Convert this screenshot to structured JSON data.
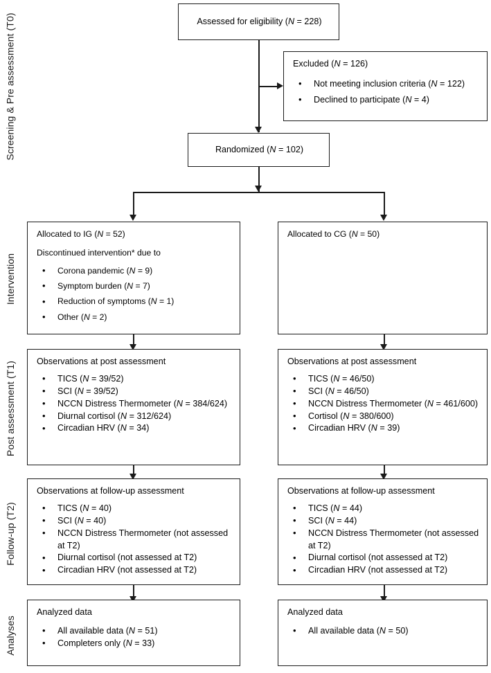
{
  "diagram": {
    "type": "consort-flow-diagram",
    "stages": [
      {
        "id": "t0",
        "label": "Screening & Pre assessment (T0)"
      },
      {
        "id": "int",
        "label": "Intervention"
      },
      {
        "id": "t1",
        "label": "Post assessment (T1)"
      },
      {
        "id": "t2",
        "label": "Follow-up (T2)"
      },
      {
        "id": "an",
        "label": "Analyses"
      }
    ],
    "boxes": {
      "assessed": {
        "title_pre": "Assessed for eligibility (",
        "title_ital": "N",
        "title_post": " = 228)"
      },
      "excluded": {
        "title_pre": "Excluded (",
        "title_ital": "N",
        "title_post": " = 126)",
        "items": [
          {
            "pre": "Not meeting inclusion criteria (",
            "ital": "N",
            "post": " = 122)"
          },
          {
            "pre": "Declined to participate (",
            "ital": "N",
            "post": " = 4)"
          }
        ]
      },
      "randomized": {
        "title_pre": "Randomized (",
        "title_ital": "N",
        "title_post": " = 102)"
      },
      "alloc_ig": {
        "title_pre": "Allocated to IG (",
        "title_ital": "N",
        "title_post": " = 52)",
        "subtitle": "Discontinued intervention* due to",
        "items": [
          {
            "pre": "Corona pandemic (",
            "ital": "N",
            "post": " = 9)"
          },
          {
            "pre": "Symptom burden (",
            "ital": "N",
            "post": " = 7)"
          },
          {
            "pre": "Reduction of symptoms (",
            "ital": "N",
            "post": " = 1)"
          },
          {
            "pre": "Other (",
            "ital": "N",
            "post": " = 2)"
          }
        ]
      },
      "alloc_cg": {
        "title_pre": "Allocated to CG (",
        "title_ital": "N",
        "title_post": " = 50)"
      },
      "post_ig": {
        "title": "Observations at post assessment",
        "items": [
          {
            "pre": "TICS (",
            "ital": "N",
            "post": " = 39/52)"
          },
          {
            "pre": "SCI (",
            "ital": "N",
            "post": " = 39/52)"
          },
          {
            "pre": "NCCN Distress Thermometer (",
            "ital": "N",
            "post": " = 384/624)"
          },
          {
            "pre": "Diurnal cortisol (",
            "ital": "N",
            "post": " = 312/624)"
          },
          {
            "pre": "Circadian HRV (",
            "ital": "N",
            "post": " = 34)"
          }
        ]
      },
      "post_cg": {
        "title": "Observations at post assessment",
        "items": [
          {
            "pre": "TICS (",
            "ital": "N",
            "post": " = 46/50)"
          },
          {
            "pre": "SCI (",
            "ital": "N",
            "post": " = 46/50)"
          },
          {
            "pre": "NCCN Distress Thermometer (",
            "ital": "N",
            "post": " = 461/600)"
          },
          {
            "pre": "Cortisol (",
            "ital": "N",
            "post": " = 380/600)"
          },
          {
            "pre": "Circadian HRV (",
            "ital": "N",
            "post": " = 39)"
          }
        ]
      },
      "fu_ig": {
        "title": "Observations at follow-up assessment",
        "items": [
          {
            "pre": "TICS (",
            "ital": "N",
            "post": " = 40)"
          },
          {
            "pre": "SCI (",
            "ital": "N",
            "post": " = 40)"
          },
          {
            "pre": "NCCN Distress Thermometer (not assessed at T2)",
            "ital": "",
            "post": ""
          },
          {
            "pre": "Diurnal cortisol (not assessed at T2)",
            "ital": "",
            "post": ""
          },
          {
            "pre": "Circadian HRV (not assessed at T2)",
            "ital": "",
            "post": ""
          }
        ]
      },
      "fu_cg": {
        "title": "Observations at follow-up assessment",
        "items": [
          {
            "pre": "TICS (",
            "ital": "N",
            "post": " = 44)"
          },
          {
            "pre": "SCI (",
            "ital": "N",
            "post": " = 44)"
          },
          {
            "pre": "NCCN Distress Thermometer (not assessed at T2)",
            "ital": "",
            "post": ""
          },
          {
            "pre": "Diurnal cortisol (not assessed at T2)",
            "ital": "",
            "post": ""
          },
          {
            "pre": "Circadian HRV (not assessed at T2)",
            "ital": "",
            "post": ""
          }
        ]
      },
      "anal_ig": {
        "title": "Analyzed data",
        "items": [
          {
            "pre": "All available data (",
            "ital": "N",
            "post": " = 51)"
          },
          {
            "pre": "Completers only (",
            "ital": "N",
            "post": " = 33)"
          }
        ]
      },
      "anal_cg": {
        "title": "Analyzed data",
        "items": [
          {
            "pre": "All available data (",
            "ital": "N",
            "post": " = 50)"
          }
        ]
      }
    },
    "colors": {
      "stroke": "#1a1a1a",
      "background": "#ffffff",
      "text": "#000000"
    }
  }
}
